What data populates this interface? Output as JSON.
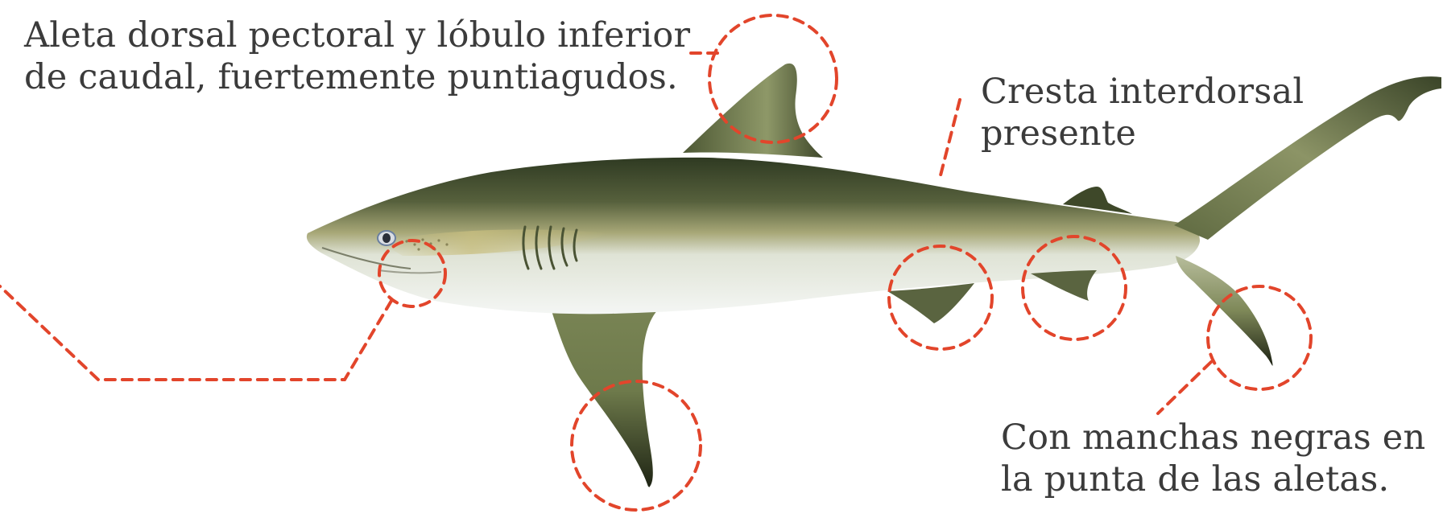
{
  "annotations": {
    "fins_pointed": {
      "line1": "Aleta dorsal pectoral y lóbulo inferior",
      "line2": "de caudal, fuertemente puntiagudos."
    },
    "interdorsal_ridge": {
      "line1": "Cresta interdorsal",
      "line2": "presente"
    },
    "black_tips": {
      "line1": "Con manchas negras en",
      "line2": "la punta de las aletas."
    }
  },
  "colors": {
    "callout": "#e2452b",
    "text": "#3b3b3b",
    "shark_dorsal": "#3d4a2c",
    "shark_mid": "#8a9364",
    "shark_belly": "#f2f5f3",
    "shark_tan": "#b5ad6e"
  }
}
